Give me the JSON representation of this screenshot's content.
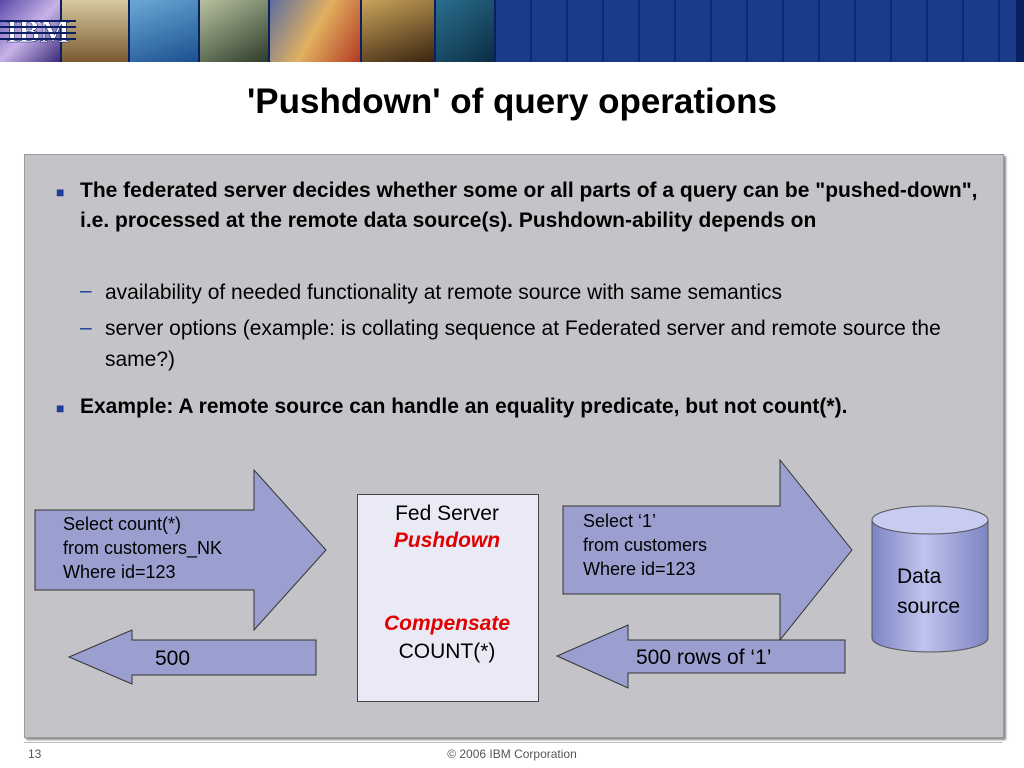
{
  "header": {
    "logo_text": "IBM",
    "colors": {
      "banner": "#0b1f63",
      "accent": "#1d3f99"
    }
  },
  "slide": {
    "title": "'Pushdown' of query operations",
    "bullets": [
      {
        "text": "The federated server decides whether some or all parts of a query can be \"pushed-down\", i.e. processed at the remote data source(s). Pushdown-ability depends on",
        "sub": [
          "availability of needed functionality at remote source with same semantics",
          "server options (example:  is collating sequence at Federated server and remote source the same?)"
        ]
      },
      {
        "text": "Example:  A remote source can handle an equality predicate, but not count(*)."
      }
    ]
  },
  "diagram": {
    "client_query": [
      "Select count(*)",
      "from customers_NK",
      "Where id=123"
    ],
    "client_result": "500",
    "fed_server": {
      "title": "Fed Server",
      "pushdown": "Pushdown",
      "compensate": "Compensate",
      "count": "COUNT(*)"
    },
    "remote_query": [
      "Select ‘1’",
      "from customers",
      "Where id=123"
    ],
    "remote_result": "500 rows of ‘1’",
    "data_source": [
      "Data",
      "source"
    ],
    "colors": {
      "arrow_fill": "#9b9fcf",
      "cylinder": "#a8aede"
    }
  },
  "footer": {
    "page_number": "13",
    "copyright": "© 2006 IBM Corporation"
  }
}
